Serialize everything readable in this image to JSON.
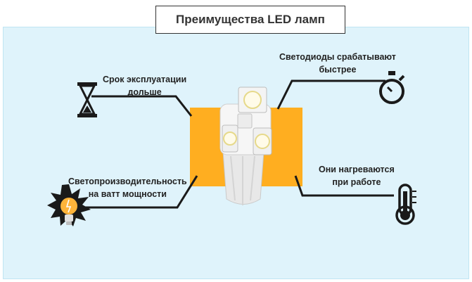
{
  "title": "Преимущества LED ламп",
  "labels": {
    "top_left": [
      "Срок эксплуатации",
      "дольше"
    ],
    "bottom_left": [
      "Светопроизводительность",
      "на ватт мощности"
    ],
    "top_right": [
      "Светодиоды срабатывают",
      "быстрее"
    ],
    "bottom_right": [
      "Они нагреваются",
      "при работе"
    ]
  },
  "icons": {
    "top_left": "hourglass-icon",
    "bottom_left": "light-bulb-icon",
    "top_right": "stopwatch-icon",
    "bottom_right": "thermometer-icon"
  },
  "colors": {
    "panel_bg": "#dff3fb",
    "orange": "#ffae20",
    "line": "#1a1a1a"
  }
}
